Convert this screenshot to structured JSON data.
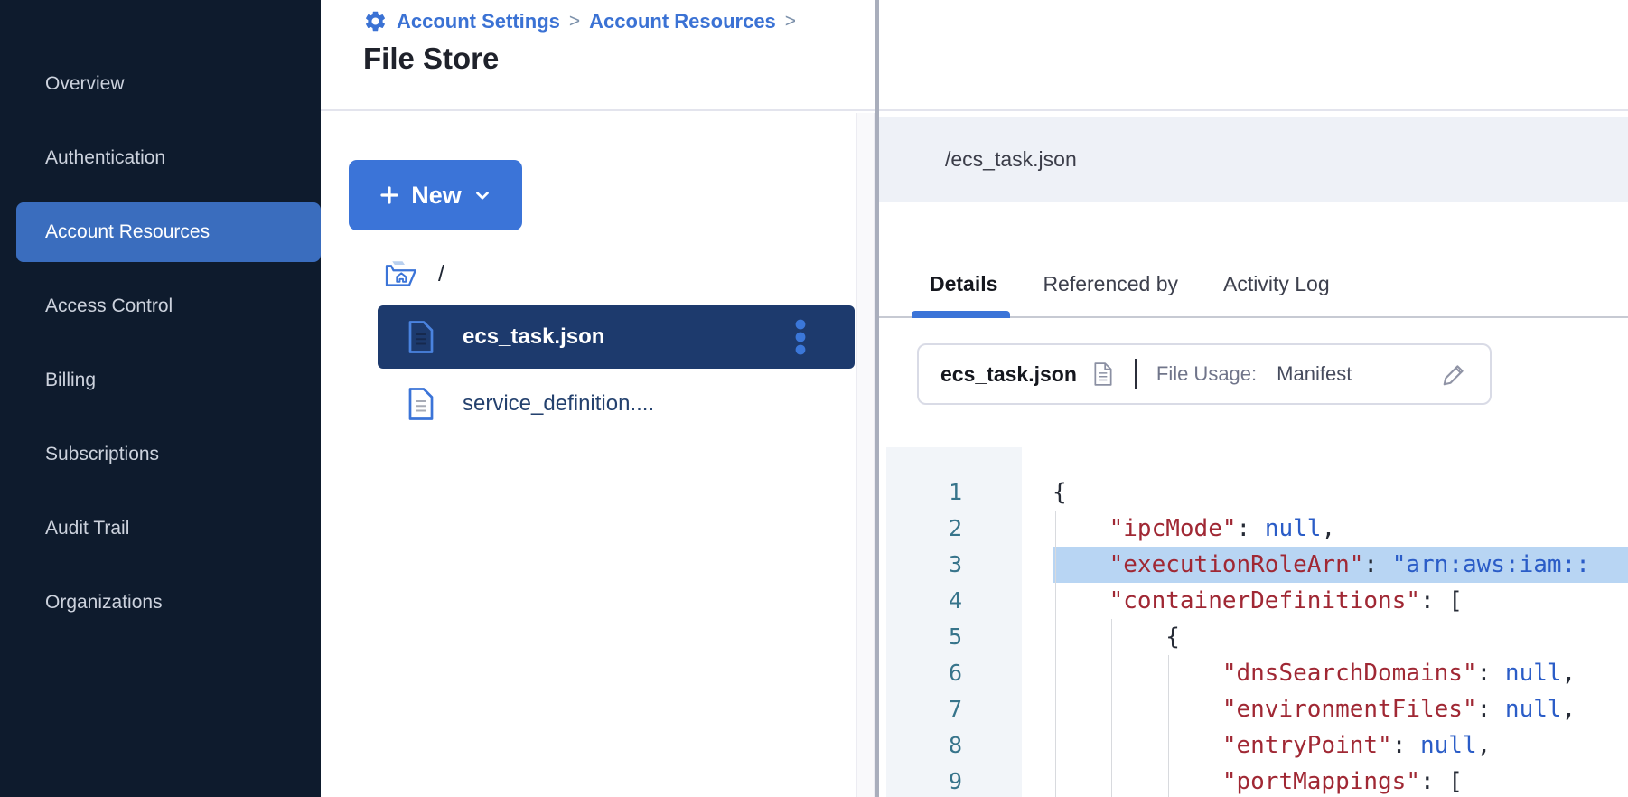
{
  "breadcrumb": {
    "separator": ">",
    "items": [
      {
        "label": "Account Settings"
      },
      {
        "label": "Account Resources"
      }
    ]
  },
  "page": {
    "title": "File Store"
  },
  "sidebar": {
    "items": [
      {
        "label": "Overview"
      },
      {
        "label": "Authentication"
      },
      {
        "label": "Account Resources",
        "selected": true
      },
      {
        "label": "Access Control"
      },
      {
        "label": "Billing"
      },
      {
        "label": "Subscriptions"
      },
      {
        "label": "Audit Trail"
      },
      {
        "label": "Organizations"
      }
    ]
  },
  "file_panel": {
    "new_button_label": "New",
    "root_label": "/",
    "files": [
      {
        "name": "ecs_task.json",
        "selected": true
      },
      {
        "name": "service_definition....",
        "selected": false
      }
    ]
  },
  "detail_panel": {
    "path": "/ecs_task.json",
    "tabs": [
      {
        "label": "Details",
        "active": true
      },
      {
        "label": "Referenced by",
        "active": false
      },
      {
        "label": "Activity Log",
        "active": false
      }
    ],
    "file_card": {
      "name": "ecs_task.json",
      "usage_label": "File Usage:",
      "usage_value": "Manifest"
    }
  },
  "editor": {
    "language": "json",
    "highlighted_line": 3,
    "lines": [
      {
        "num": 1,
        "indent": 0,
        "highlight": false,
        "tokens": [
          {
            "c": "p",
            "t": "{"
          }
        ]
      },
      {
        "num": 2,
        "indent": 4,
        "highlight": false,
        "tokens": [
          {
            "c": "k",
            "t": "\"ipcMode\""
          },
          {
            "c": "p",
            "t": ": "
          },
          {
            "c": "v",
            "t": "null"
          },
          {
            "c": "p",
            "t": ","
          }
        ]
      },
      {
        "num": 3,
        "indent": 4,
        "highlight": true,
        "tokens": [
          {
            "c": "k",
            "t": "\"executionRoleArn\""
          },
          {
            "c": "p",
            "t": ": "
          },
          {
            "c": "v",
            "t": "\"arn:aws:iam::"
          }
        ]
      },
      {
        "num": 4,
        "indent": 4,
        "highlight": false,
        "tokens": [
          {
            "c": "k",
            "t": "\"containerDefinitions\""
          },
          {
            "c": "p",
            "t": ": ["
          }
        ]
      },
      {
        "num": 5,
        "indent": 8,
        "highlight": false,
        "tokens": [
          {
            "c": "p",
            "t": "{"
          }
        ]
      },
      {
        "num": 6,
        "indent": 12,
        "highlight": false,
        "tokens": [
          {
            "c": "k",
            "t": "\"dnsSearchDomains\""
          },
          {
            "c": "p",
            "t": ": "
          },
          {
            "c": "v",
            "t": "null"
          },
          {
            "c": "p",
            "t": ","
          }
        ]
      },
      {
        "num": 7,
        "indent": 12,
        "highlight": false,
        "tokens": [
          {
            "c": "k",
            "t": "\"environmentFiles\""
          },
          {
            "c": "p",
            "t": ": "
          },
          {
            "c": "v",
            "t": "null"
          },
          {
            "c": "p",
            "t": ","
          }
        ]
      },
      {
        "num": 8,
        "indent": 12,
        "highlight": false,
        "tokens": [
          {
            "c": "k",
            "t": "\"entryPoint\""
          },
          {
            "c": "p",
            "t": ": "
          },
          {
            "c": "v",
            "t": "null"
          },
          {
            "c": "p",
            "t": ","
          }
        ]
      },
      {
        "num": 9,
        "indent": 12,
        "highlight": false,
        "tokens": [
          {
            "c": "k",
            "t": "\"portMappings\""
          },
          {
            "c": "p",
            "t": ": ["
          }
        ]
      }
    ]
  },
  "colors": {
    "brand_blue": "#3b74d8",
    "sidebar_bg": "#0e1b2d",
    "sidebar_selected": "#3a6dbe",
    "file_row_selected": "#1d3a6d",
    "path_strip_bg": "#eef1f7",
    "highlight_line_bg": "#b8d5f3",
    "json_key": "#a02834",
    "json_value": "#2a5cc7",
    "line_number": "#37748b"
  }
}
